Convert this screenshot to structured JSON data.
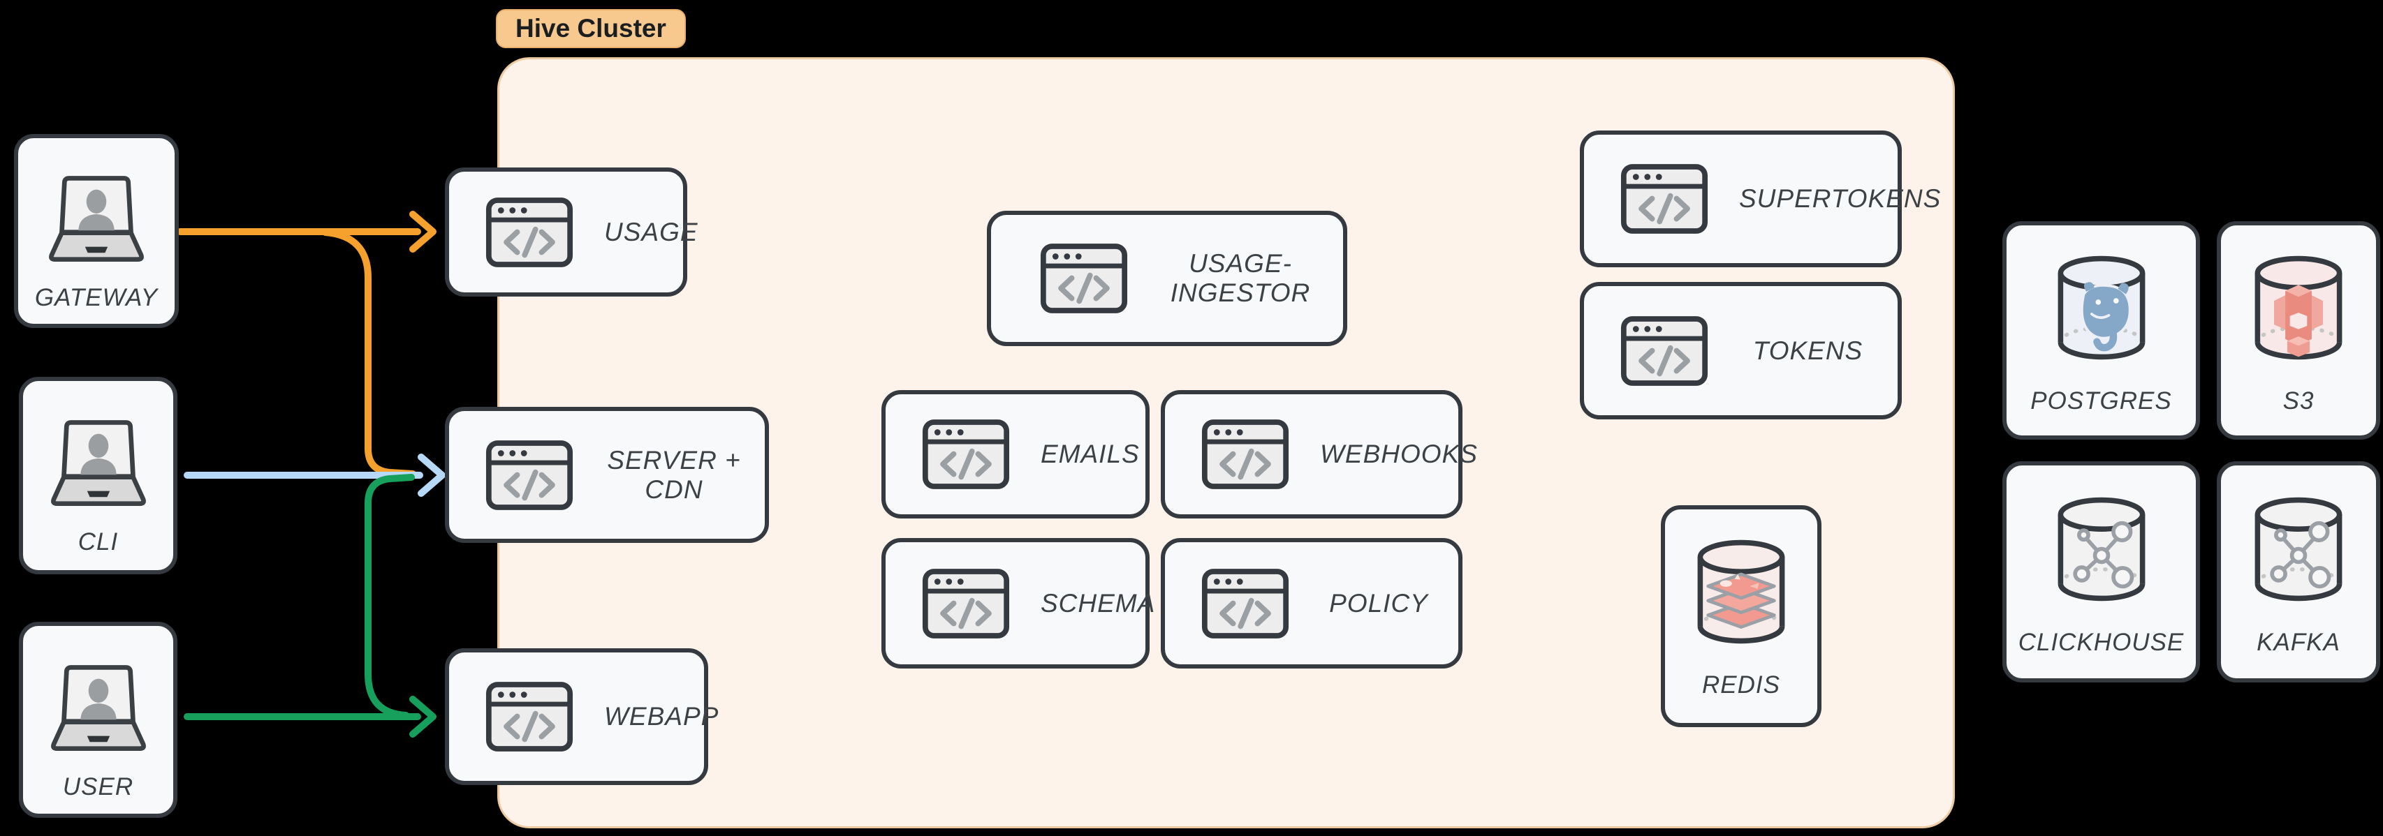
{
  "cluster": {
    "label": "Hive Cluster",
    "tag_bg": "#f8c98f",
    "fill": "#fdf3ea",
    "border": "#eecaa2"
  },
  "clients": {
    "gateway": {
      "label": "GATEWAY",
      "icon": "laptop-user-icon"
    },
    "cli": {
      "label": "CLI",
      "icon": "laptop-user-icon"
    },
    "user": {
      "label": "USER",
      "icon": "laptop-user-icon"
    }
  },
  "services": {
    "usage": {
      "label": "USAGE",
      "icon": "code-window-icon"
    },
    "server_cdn": {
      "label": "SERVER + CDN",
      "icon": "code-window-icon"
    },
    "webapp": {
      "label": "WEBAPP",
      "icon": "code-window-icon"
    },
    "usage_ingestor": {
      "label": "USAGE-INGESTOR",
      "icon": "code-window-icon"
    },
    "emails": {
      "label": "EMAILS",
      "icon": "code-window-icon"
    },
    "webhooks": {
      "label": "WEBHOOKS",
      "icon": "code-window-icon"
    },
    "schema": {
      "label": "SCHEMA",
      "icon": "code-window-icon"
    },
    "policy": {
      "label": "POLICY",
      "icon": "code-window-icon"
    },
    "supertokens": {
      "label": "SUPERTOKENS",
      "icon": "code-window-icon"
    },
    "tokens": {
      "label": "TOKENS",
      "icon": "code-window-icon"
    }
  },
  "datastores": {
    "redis": {
      "label": "REDIS",
      "icon": "database-cylinder-icon",
      "tint": "#f8ecea",
      "logo": "redis-stack"
    },
    "postgres": {
      "label": "POSTGRES",
      "icon": "database-cylinder-icon",
      "tint": "#edf0f7",
      "logo": "postgres-elephant"
    },
    "s3": {
      "label": "S3",
      "icon": "database-cylinder-icon",
      "tint": "#f8e9e8",
      "logo": "s3-blocks"
    },
    "clickhouse": {
      "label": "CLICKHOUSE",
      "icon": "database-cylinder-icon",
      "tint": "#f2f2f2",
      "logo": "network-nodes"
    },
    "kafka": {
      "label": "KAFKA",
      "icon": "database-cylinder-icon",
      "tint": "#f2f2f2",
      "logo": "network-nodes"
    }
  },
  "arrows": {
    "gateway": {
      "from": "GATEWAY",
      "to": [
        "USAGE",
        "SERVER + CDN"
      ],
      "color": "#f6a12d"
    },
    "cli": {
      "from": "CLI",
      "to": [
        "SERVER + CDN"
      ],
      "color": "#b7d9f8"
    },
    "user": {
      "from": "USER",
      "to": [
        "WEBAPP",
        "SERVER + CDN"
      ],
      "color": "#17a05c"
    }
  }
}
